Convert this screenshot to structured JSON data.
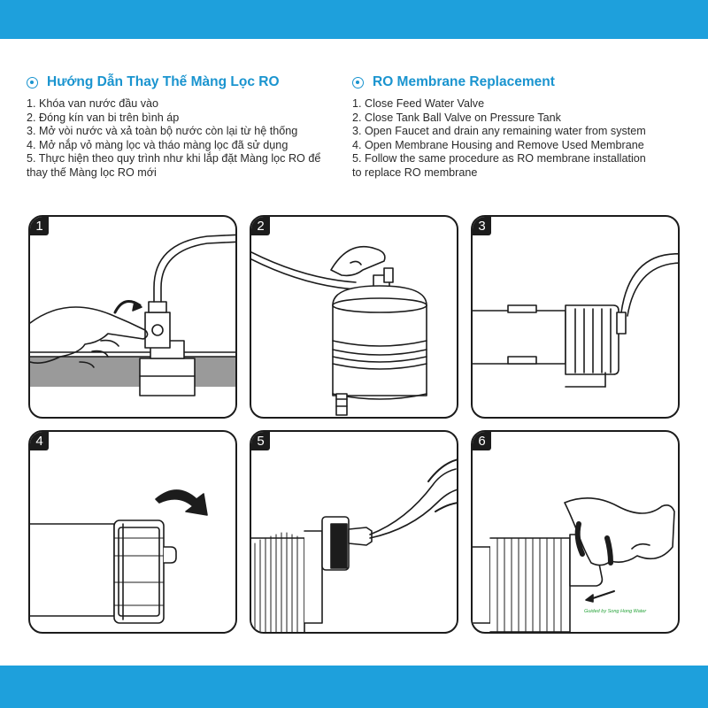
{
  "vi": {
    "heading": "Hướng Dẫn Thay Thế Màng Lọc RO",
    "steps": [
      "1. Khóa van nước đầu vào",
      "2. Đóng kín van bi trên bình áp",
      "3. Mở vòi nước và xả toàn bộ nước còn lại từ hệ thống",
      "4. Mở nắp vỏ màng lọc và tháo màng lọc đã sử dụng",
      "5. Thực hiện theo quy trình như khi lắp đặt Màng lọc RO để",
      "thay thế Màng lọc RO mới"
    ]
  },
  "en": {
    "heading": "RO Membrane Replacement",
    "steps": [
      "1. Close Feed Water Valve",
      "2. Close Tank Ball Valve on Pressure Tank",
      "3. Open Faucet and drain any remaining water from system",
      "4. Open Membrane Housing and Remove Used Membrane",
      "5. Follow the same procedure as RO membrane installation",
      "to replace RO membrane"
    ]
  },
  "panels": [
    {
      "number": "1",
      "illustration": "hand-closing-feed-valve"
    },
    {
      "number": "2",
      "illustration": "hand-closing-tank-ball-valve"
    },
    {
      "number": "3",
      "illustration": "membrane-housing-drain"
    },
    {
      "number": "4",
      "illustration": "twist-open-housing-cap"
    },
    {
      "number": "5",
      "illustration": "pliers-remove-used-membrane"
    },
    {
      "number": "6",
      "illustration": "hand-insert-new-membrane"
    }
  ],
  "credit": "Guided by Song Hong Water",
  "colors": {
    "band": "#1ea0dc",
    "heading": "#1a94cf",
    "panel_border": "#1c1c1c",
    "credit": "#27a33a"
  }
}
